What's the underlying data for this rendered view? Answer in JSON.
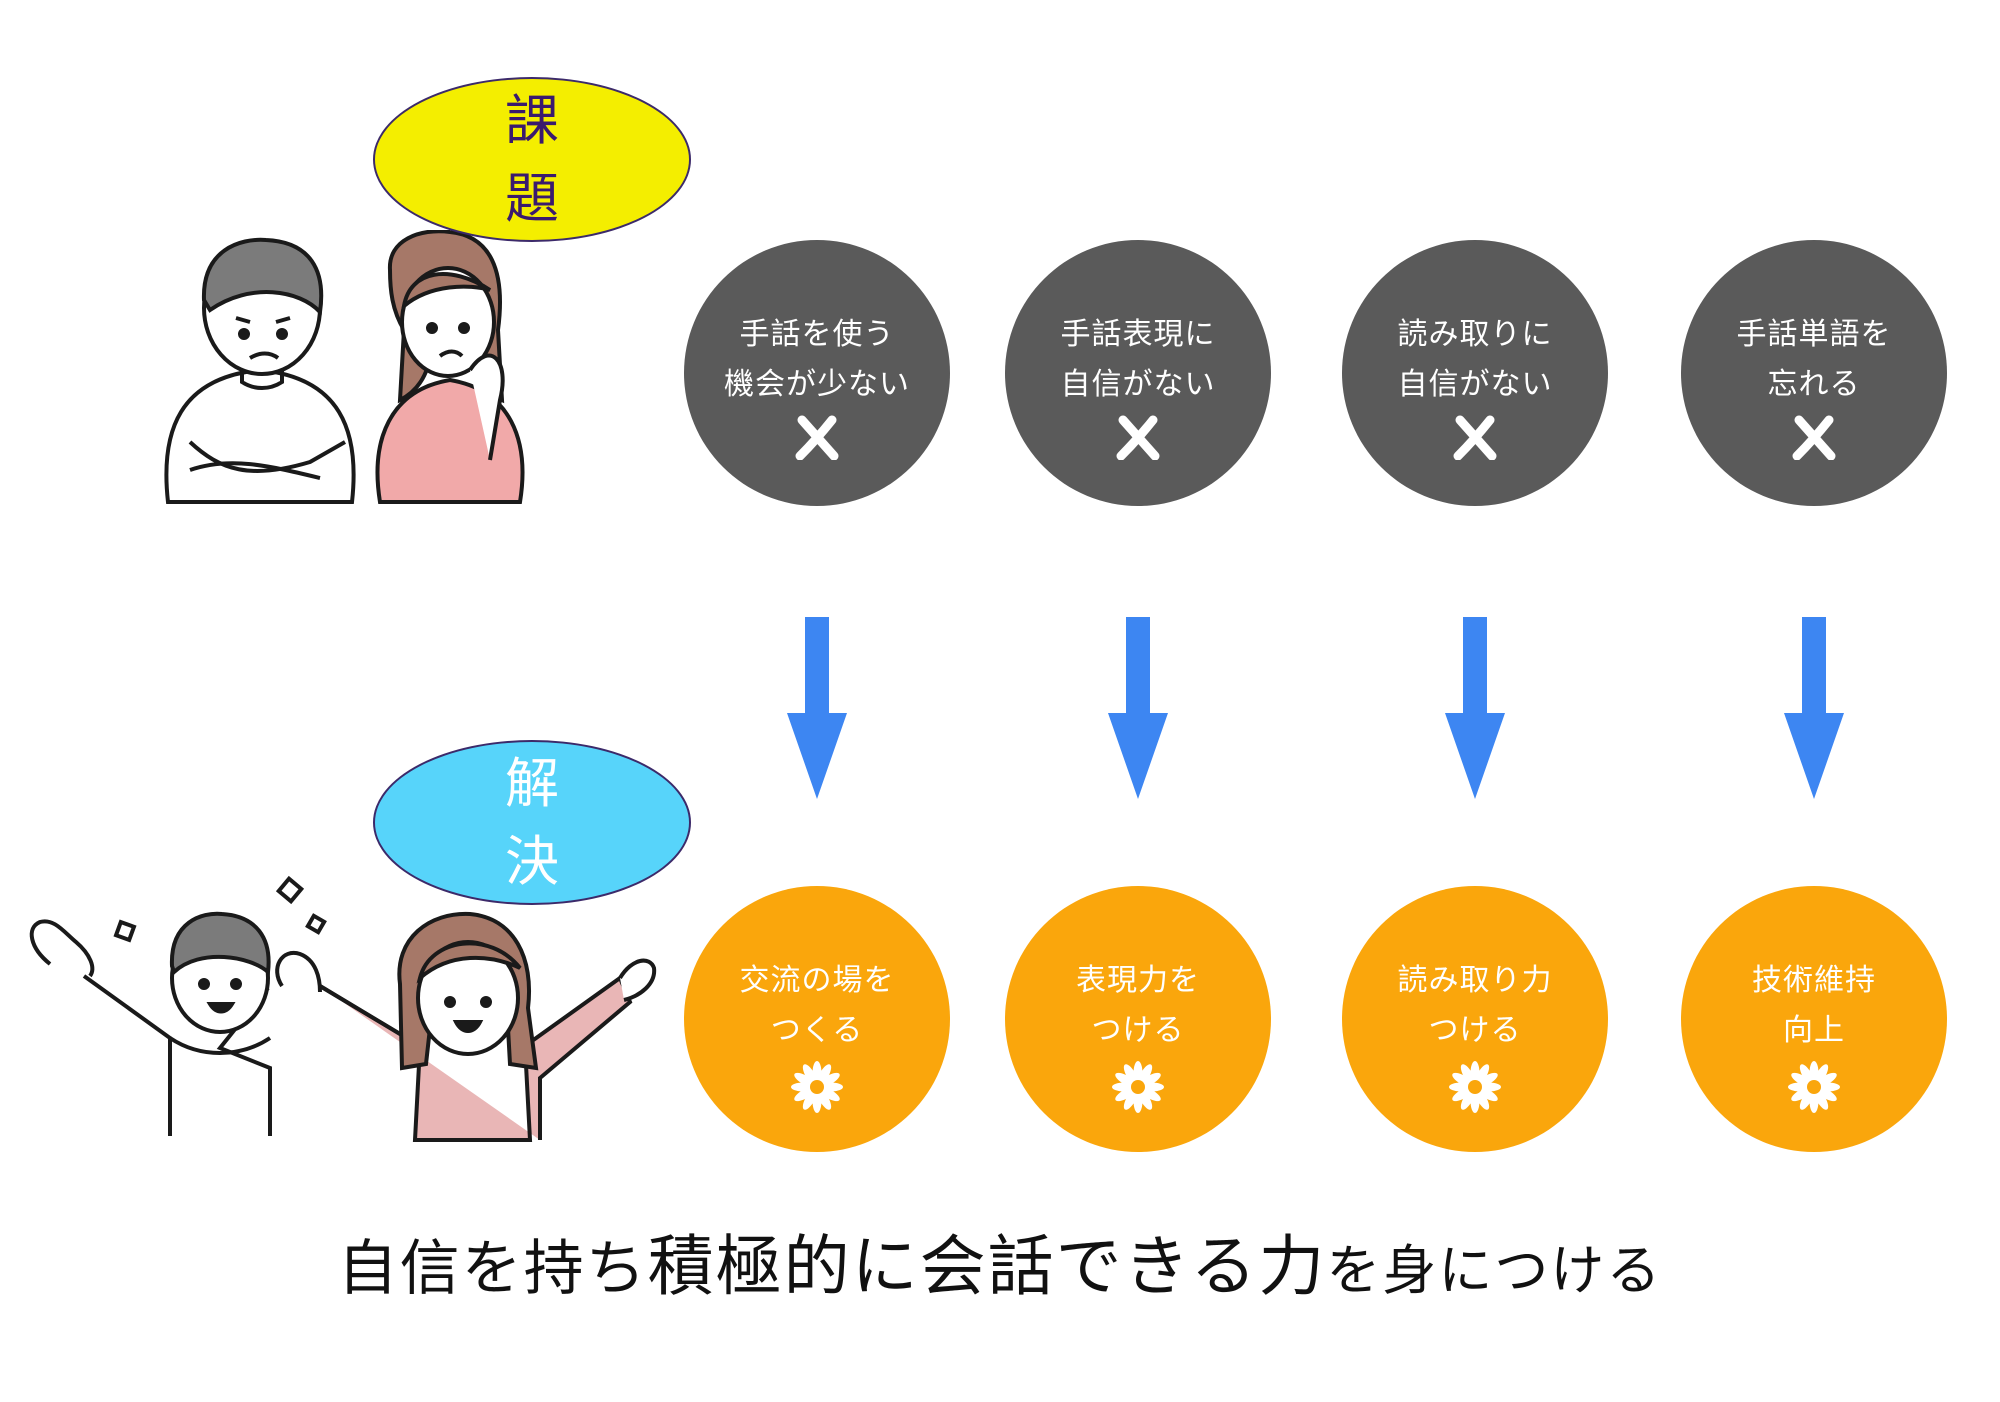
{
  "labels": {
    "problem": [
      "課",
      "題"
    ],
    "solution": [
      "解",
      "決"
    ]
  },
  "problems": [
    {
      "lines": [
        "手話を使う",
        "機会が少ない"
      ],
      "icon": "cross-mark-icon"
    },
    {
      "lines": [
        "手話表現に",
        "自信がない"
      ],
      "icon": "cross-mark-icon"
    },
    {
      "lines": [
        "読み取りに",
        "自信がない"
      ],
      "icon": "cross-mark-icon"
    },
    {
      "lines": [
        "手話単語を",
        "忘れる"
      ],
      "icon": "cross-mark-icon"
    }
  ],
  "solutions": [
    {
      "lines": [
        "交流の場を",
        "つくる"
      ],
      "icon": "flower-icon"
    },
    {
      "lines": [
        "表現力を",
        "つける"
      ],
      "icon": "flower-icon"
    },
    {
      "lines": [
        "読み取り力",
        "つける"
      ],
      "icon": "flower-icon"
    },
    {
      "lines": [
        "技術維持",
        "向上"
      ],
      "icon": "flower-icon"
    }
  ],
  "goal": {
    "part1": "自信を持ち",
    "part2": "積極的に会話できる力",
    "part3": "を身につける"
  },
  "colors": {
    "problem_ellipse": "#f4ee00",
    "solution_ellipse": "#57d4fa",
    "problem_circle": "#5a5a5a",
    "solution_circle": "#faa60c",
    "arrow": "#3d86f2"
  }
}
